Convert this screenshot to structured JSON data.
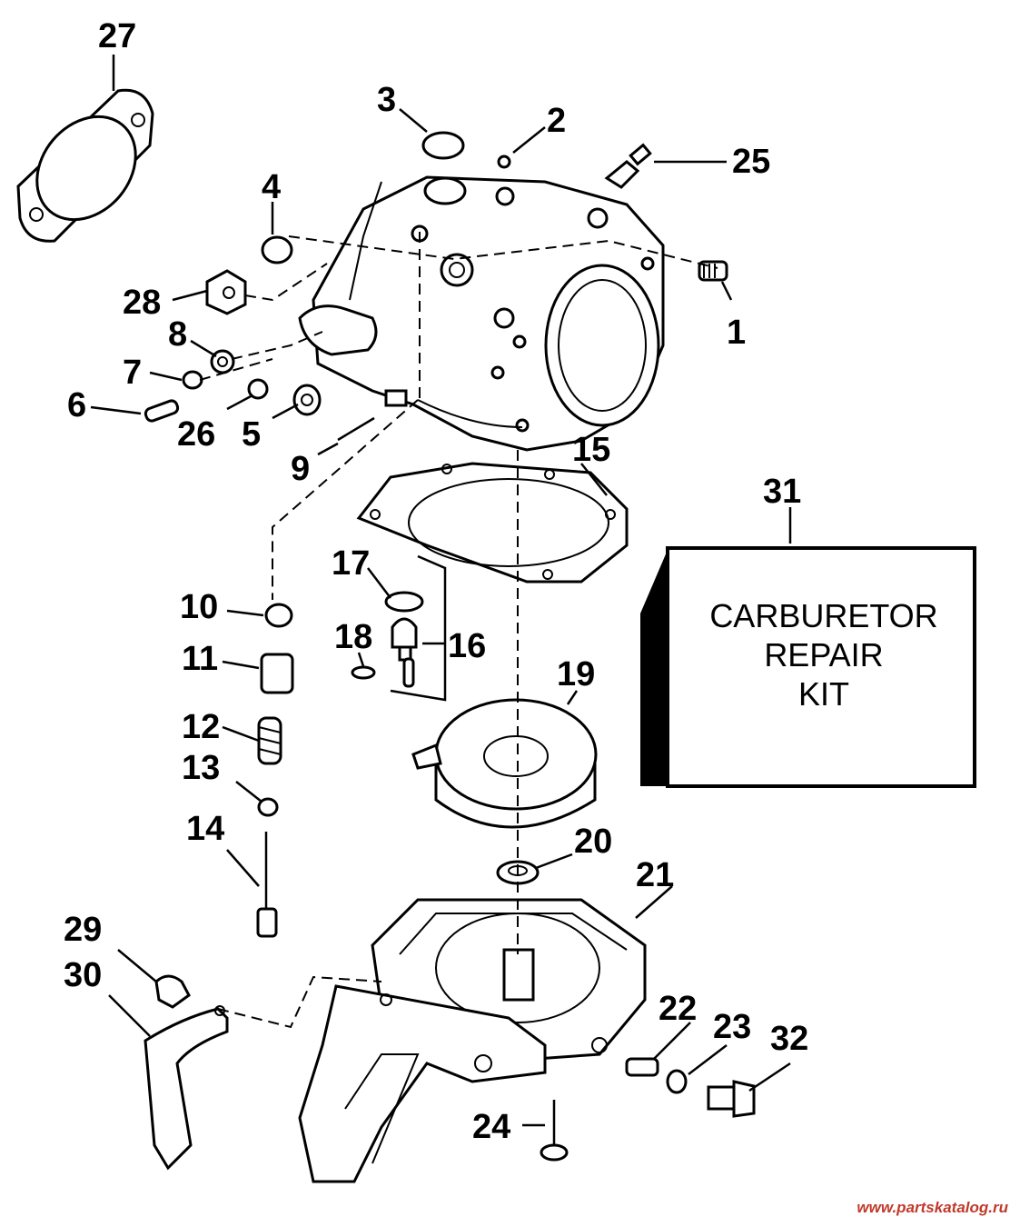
{
  "callouts": [
    "1",
    "2",
    "3",
    "4",
    "5",
    "6",
    "7",
    "8",
    "9",
    "10",
    "11",
    "12",
    "13",
    "14",
    "15",
    "16",
    "17",
    "18",
    "19",
    "20",
    "21",
    "22",
    "23",
    "24",
    "25",
    "26",
    "27",
    "28",
    "29",
    "30",
    "31",
    "32"
  ],
  "kit": {
    "line1": "CARBURETOR",
    "line2": "REPAIR",
    "line3": "KIT"
  },
  "watermark": "www.partskatalog.ru",
  "colors": {
    "ink": "#000000",
    "paper": "#ffffff",
    "watermark": "#c0392b"
  }
}
